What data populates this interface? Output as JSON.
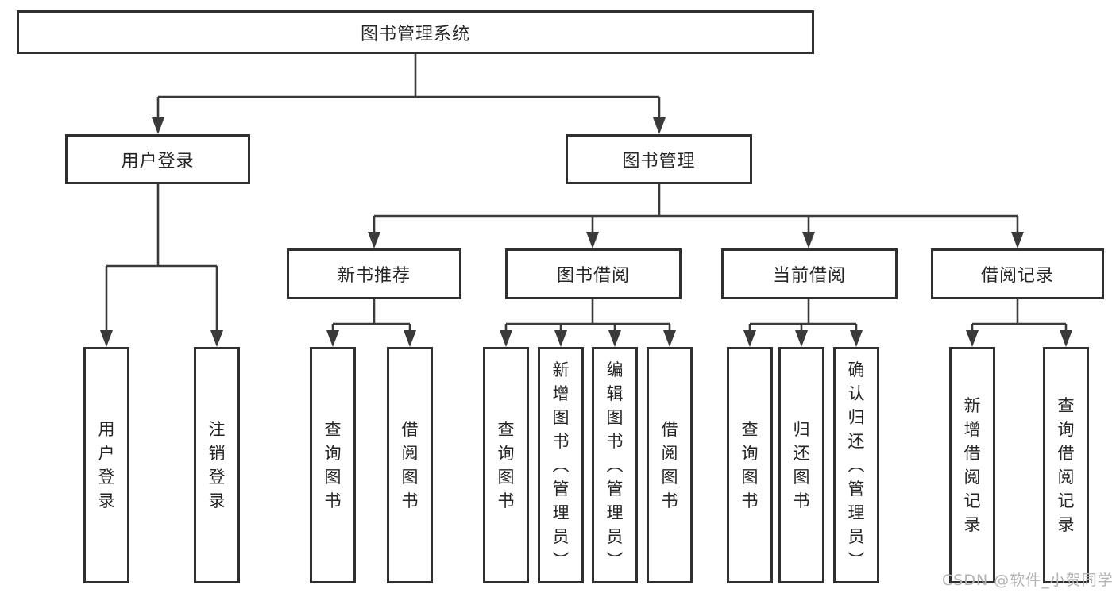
{
  "diagram": {
    "root": {
      "label": "图书管理系统"
    },
    "level2": [
      {
        "label": "用户登录",
        "children": [
          {
            "label": "用户登录"
          },
          {
            "label": "注销登录"
          }
        ]
      },
      {
        "label": "图书管理",
        "children": [
          {
            "label": "新书推荐",
            "children": [
              {
                "label": "查询图书"
              },
              {
                "label": "借阅图书"
              }
            ]
          },
          {
            "label": "图书借阅",
            "children": [
              {
                "label": "查询图书"
              },
              {
                "label": "新增图书（管理员）"
              },
              {
                "label": "编辑图书（管理员）"
              },
              {
                "label": "借阅图书"
              }
            ]
          },
          {
            "label": "当前借阅",
            "children": [
              {
                "label": "查询图书"
              },
              {
                "label": "归还图书"
              },
              {
                "label": "确认归还（管理员）"
              }
            ]
          },
          {
            "label": "借阅记录",
            "children": [
              {
                "label": "新增借阅记录"
              },
              {
                "label": "查询借阅记录"
              }
            ]
          }
        ]
      }
    ]
  },
  "watermark": {
    "text": "CSDN @软件_小贺同学"
  },
  "colors": {
    "line": "#3a3a3a",
    "border": "#2f2f2f",
    "text": "#262626",
    "watermark": "#b3b3b3",
    "background": "#ffffff"
  }
}
